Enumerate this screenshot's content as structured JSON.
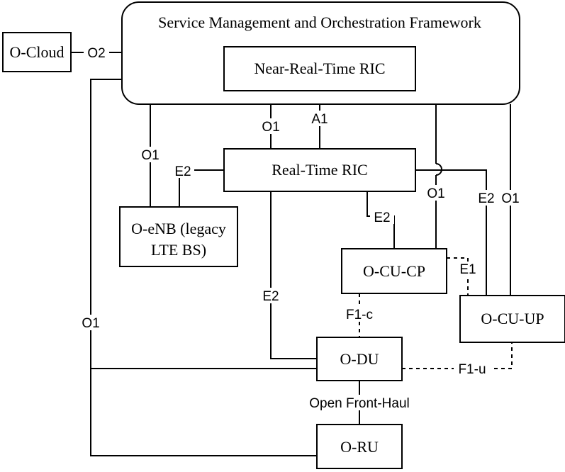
{
  "nodes": {
    "smo": "Service Management and Orchestration Framework",
    "ocloud": "O-Cloud",
    "near_rt_ric": "Near-Real-Time RIC",
    "rt_ric": "Real-Time RIC",
    "oenb_line1": "O-eNB (legacy",
    "oenb_line2": "LTE BS)",
    "ocu_cp": "O-CU-CP",
    "ocu_up": "O-CU-UP",
    "odu": "O-DU",
    "oru": "O-RU"
  },
  "interfaces": {
    "o2": "O2",
    "o1": "O1",
    "a1": "A1",
    "e2": "E2",
    "e1": "E1",
    "f1c": "F1-c",
    "f1u": "F1-u",
    "fronthaul": "Open Front-Haul"
  }
}
